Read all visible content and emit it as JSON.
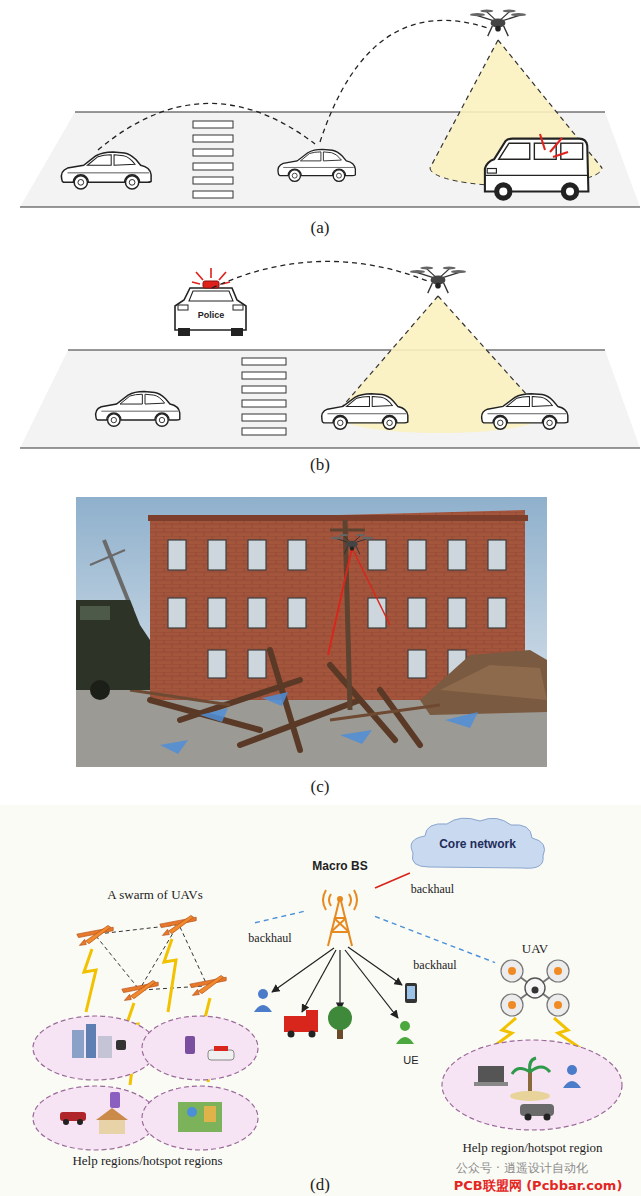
{
  "diagram": {
    "nodes": [
      {
        "text": [
          "Core network"
        ]
      },
      {
        "text": [
          "Macro BS"
        ]
      },
      {
        "text": [
          "A swarm of UAVs"
        ]
      },
      {
        "text": [
          "UAV"
        ]
      },
      {
        "text": [
          "Help regions/hotspot regions"
        ]
      },
      {
        "text": [
          "Help region/hotspot region"
        ]
      }
    ],
    "edges": [
      {
        "from": 1,
        "to": 0,
        "label": "backhaul",
        "arrow": "none"
      },
      {
        "from": 2,
        "to": 1,
        "label": "backhaul",
        "arrow": "none"
      },
      {
        "from": 1,
        "to": 3,
        "label": "backhaul",
        "arrow": "none"
      }
    ],
    "labels": [
      "(a)",
      "Police",
      "(b)",
      "(c)",
      "(d)",
      "UE",
      "公众号 · 逍遥设计自动化",
      "PCB联盟网 (Pcbbar.com)"
    ]
  }
}
